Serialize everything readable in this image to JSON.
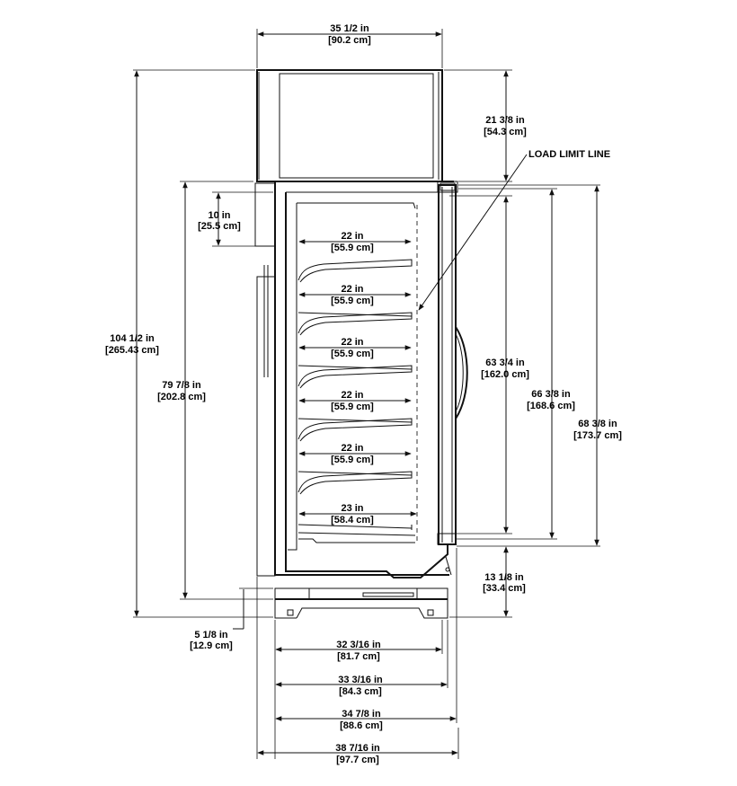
{
  "dimensions": {
    "top_width": {
      "imperial": "35 1/2 in",
      "metric": "[90.2 cm]"
    },
    "canopy_height": {
      "imperial": "21 3/8 in",
      "metric": "[54.3 cm]"
    },
    "top_gap": {
      "imperial": "10 in",
      "metric": "[25.5 cm]"
    },
    "overall_height": {
      "imperial": "104 1/2 in",
      "metric": "[265.43 cm]"
    },
    "cabinet_height": {
      "imperial": "79 7/8 in",
      "metric": "[202.8 cm]"
    },
    "door_inner": {
      "imperial": "63 3/4 in",
      "metric": "[162.0 cm]"
    },
    "door_mid": {
      "imperial": "66 3/8 in",
      "metric": "[168.6 cm]"
    },
    "door_outer": {
      "imperial": "68 3/8 in",
      "metric": "[173.7 cm]"
    },
    "base_height": {
      "imperial": "13 1/8 in",
      "metric": "[33.4 cm]"
    },
    "foot_height": {
      "imperial": "5 1/8 in",
      "metric": "[12.9 cm]"
    },
    "depth_1": {
      "imperial": "32 3/16 in",
      "metric": "[81.7 cm]"
    },
    "depth_2": {
      "imperial": "33 3/16 in",
      "metric": "[84.3 cm]"
    },
    "depth_3": {
      "imperial": "34 7/8 in",
      "metric": "[88.6 cm]"
    },
    "depth_4": {
      "imperial": "38 7/16 in",
      "metric": "[97.7 cm]"
    }
  },
  "shelves": [
    {
      "imperial": "22 in",
      "metric": "[55.9 cm]"
    },
    {
      "imperial": "22 in",
      "metric": "[55.9 cm]"
    },
    {
      "imperial": "22 in",
      "metric": "[55.9 cm]"
    },
    {
      "imperial": "22 in",
      "metric": "[55.9 cm]"
    },
    {
      "imperial": "22 in",
      "metric": "[55.9 cm]"
    },
    {
      "imperial": "23 in",
      "metric": "[58.4 cm]"
    }
  ],
  "annotations": {
    "load_limit": "LOAD LIMIT LINE"
  }
}
